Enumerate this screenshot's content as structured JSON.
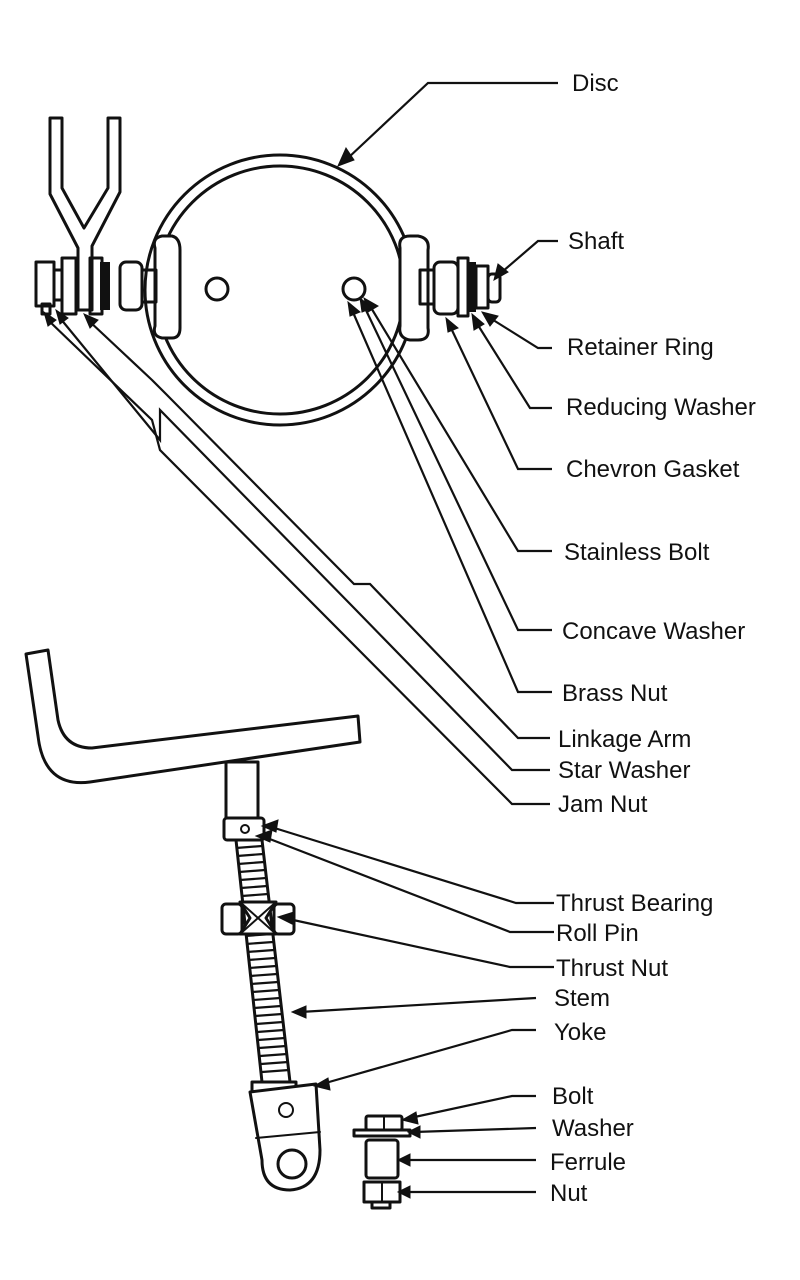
{
  "labels": {
    "disc": "Disc",
    "shaft": "Shaft",
    "retainer_ring": "Retainer Ring",
    "reducing_washer": "Reducing Washer",
    "chevron_gasket": "Chevron Gasket",
    "stainless_bolt": "Stainless Bolt",
    "concave_washer": "Concave Washer",
    "brass_nut": "Brass Nut",
    "linkage_arm": "Linkage Arm",
    "star_washer": "Star Washer",
    "jam_nut": "Jam Nut",
    "thrust_bearing": "Thrust Bearing",
    "roll_pin": "Roll Pin",
    "thrust_nut": "Thrust Nut",
    "stem": "Stem",
    "yoke": "Yoke",
    "bolt": "Bolt",
    "washer": "Washer",
    "ferrule": "Ferrule",
    "nut": "Nut"
  }
}
